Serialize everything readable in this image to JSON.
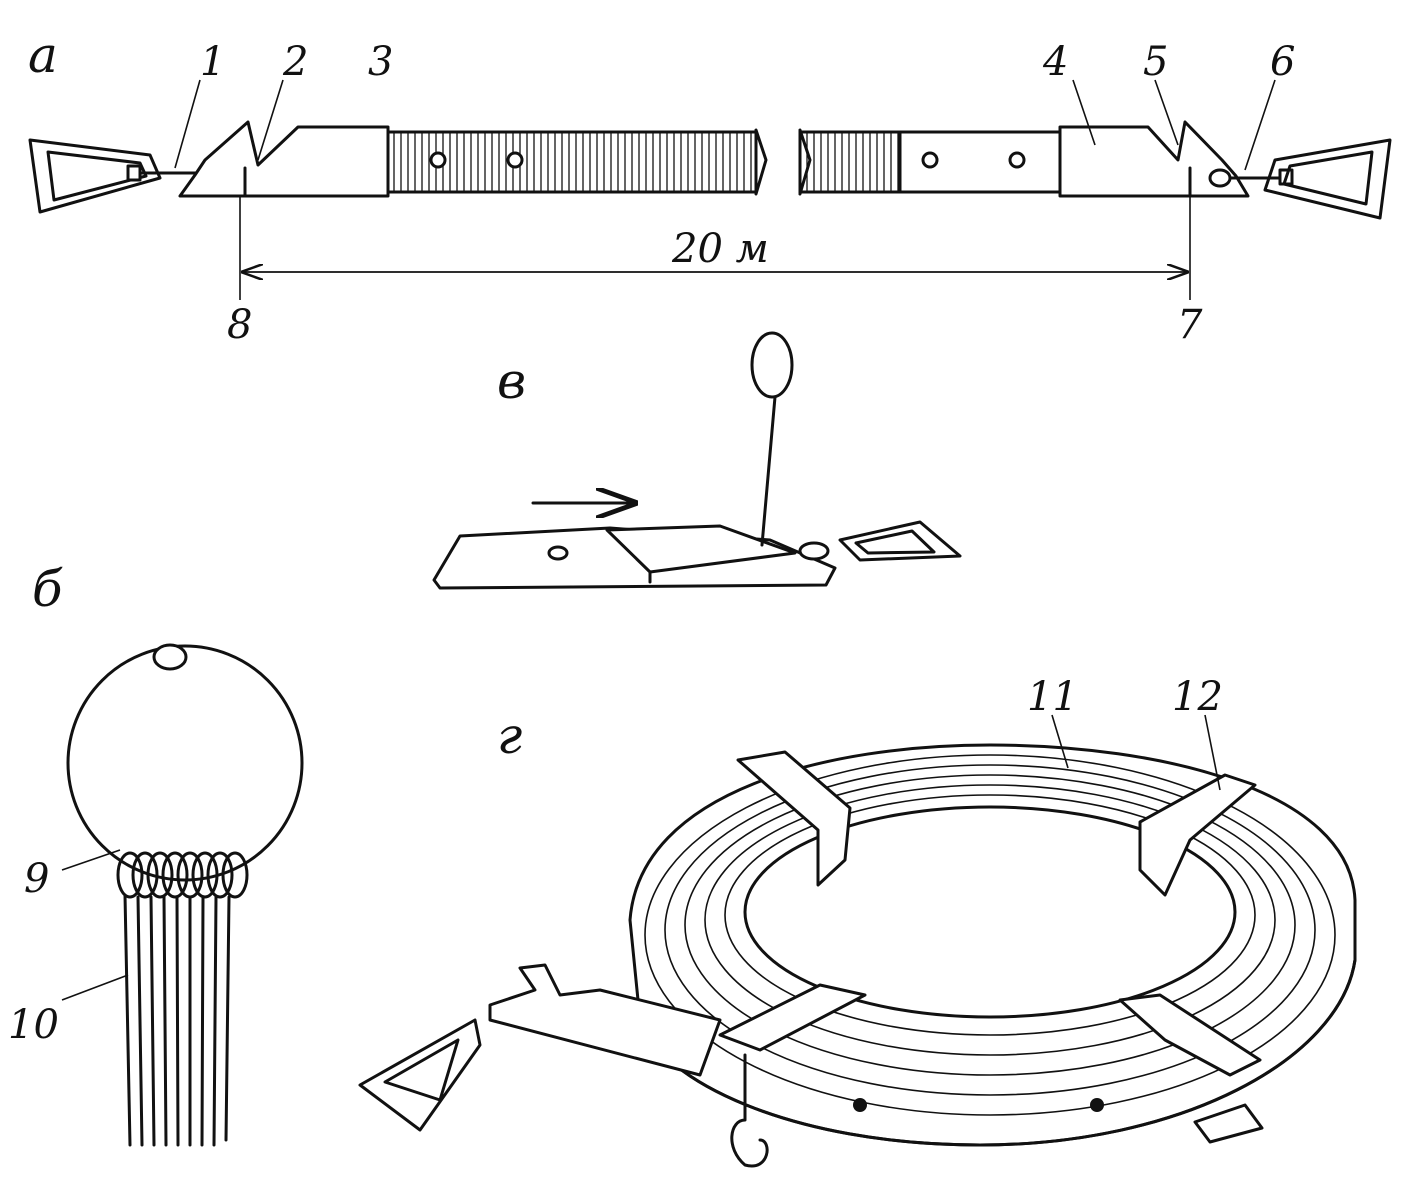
{
  "figure": {
    "panels": {
      "a": "а",
      "b": "б",
      "v": "в",
      "g": "г"
    },
    "callouts": [
      "1",
      "2",
      "3",
      "4",
      "5",
      "6",
      "7",
      "8",
      "9",
      "10",
      "11",
      "12"
    ],
    "dimension": "20 м"
  }
}
